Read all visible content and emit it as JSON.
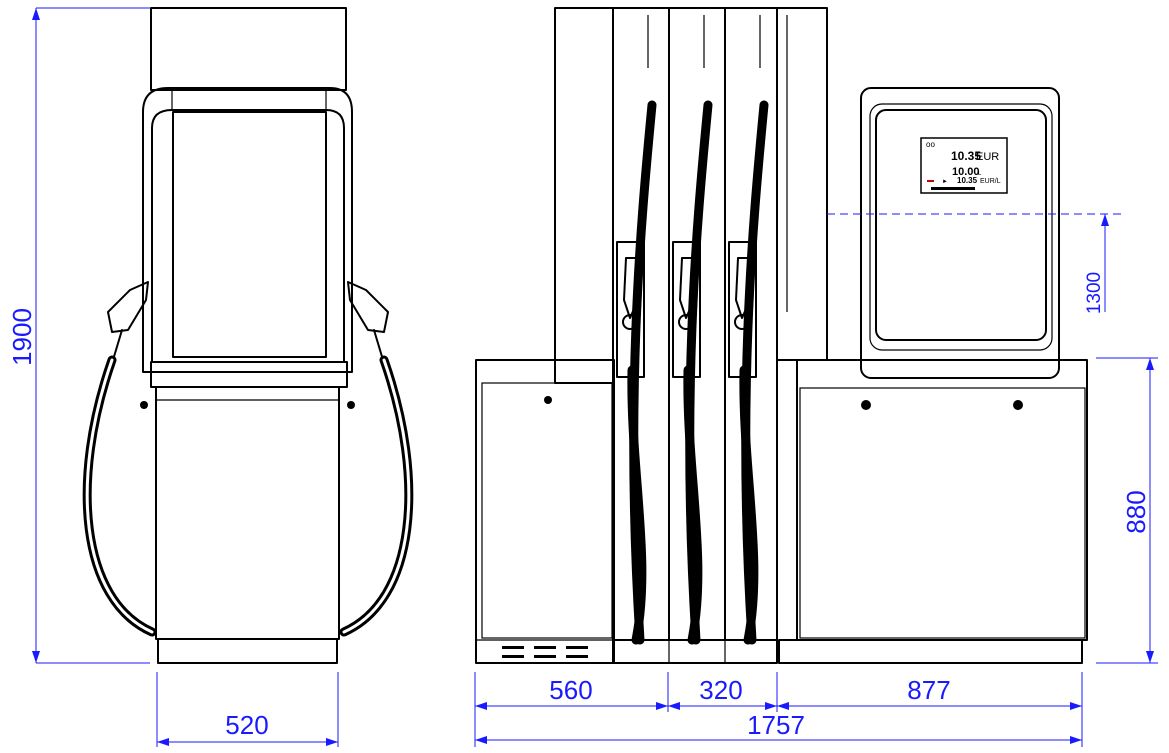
{
  "dimensions": {
    "height_total": "1900",
    "width_front": "520",
    "width_left": "560",
    "width_middle": "320",
    "width_right": "877",
    "width_total": "1757",
    "height_base": "880",
    "height_display": "1300"
  },
  "display": {
    "amount": "10.35",
    "amount_unit": "EUR",
    "volume": "10.00",
    "volume_unit": "L",
    "price": "10.35",
    "price_unit": "EUR/L"
  }
}
